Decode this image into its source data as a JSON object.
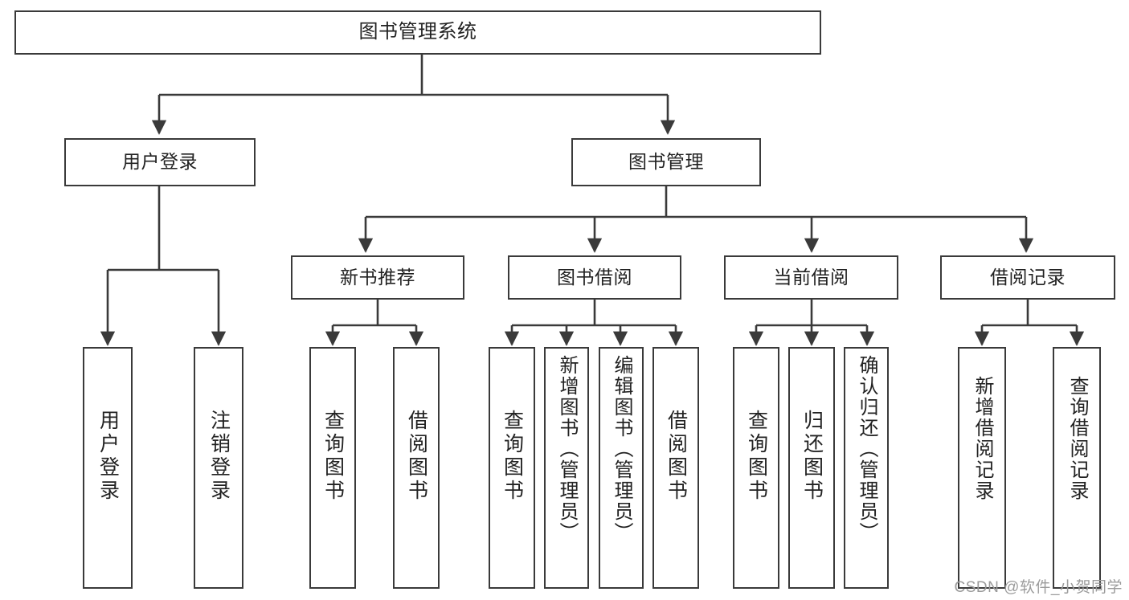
{
  "diagram": {
    "type": "tree-hierarchy",
    "title": "图书管理系统",
    "orientation": "top-down",
    "stroke_color": "#3a3a3a",
    "fill_color": "#ffffff",
    "text_color": "#222222",
    "nodes": {
      "root": {
        "label": "图书管理系统"
      },
      "level2": [
        {
          "id": "user-login",
          "label": "用户登录"
        },
        {
          "id": "book-manage",
          "label": "图书管理"
        }
      ],
      "level3": [
        {
          "id": "new-book-recommend",
          "label": "新书推荐"
        },
        {
          "id": "book-borrow",
          "label": "图书借阅"
        },
        {
          "id": "current-borrow",
          "label": "当前借阅"
        },
        {
          "id": "borrow-record",
          "label": "借阅记录"
        }
      ],
      "leaves": {
        "user-login": [
          {
            "id": "leaf-user-login",
            "label": "用户登录"
          },
          {
            "id": "leaf-logout-login",
            "label": "注销登录"
          }
        ],
        "new-book-recommend": [
          {
            "id": "leaf-query-book-1",
            "label": "查询图书"
          },
          {
            "id": "leaf-borrow-book-1",
            "label": "借阅图书"
          }
        ],
        "book-borrow": [
          {
            "id": "leaf-query-book-2",
            "label": "查询图书"
          },
          {
            "id": "leaf-add-book",
            "label": "新增图书（管理员）"
          },
          {
            "id": "leaf-edit-book",
            "label": "编辑图书（管理员）"
          },
          {
            "id": "leaf-borrow-book-2",
            "label": "借阅图书"
          }
        ],
        "current-borrow": [
          {
            "id": "leaf-query-book-3",
            "label": "查询图书"
          },
          {
            "id": "leaf-return-book",
            "label": "归还图书"
          },
          {
            "id": "leaf-confirm-return",
            "label": "确认归还（管理员）"
          }
        ],
        "borrow-record": [
          {
            "id": "leaf-add-record",
            "label": "新增借阅记录"
          },
          {
            "id": "leaf-query-record",
            "label": "查询借阅记录"
          }
        ]
      }
    }
  },
  "watermark": {
    "text": "CSDN @软件_小贺同学"
  }
}
